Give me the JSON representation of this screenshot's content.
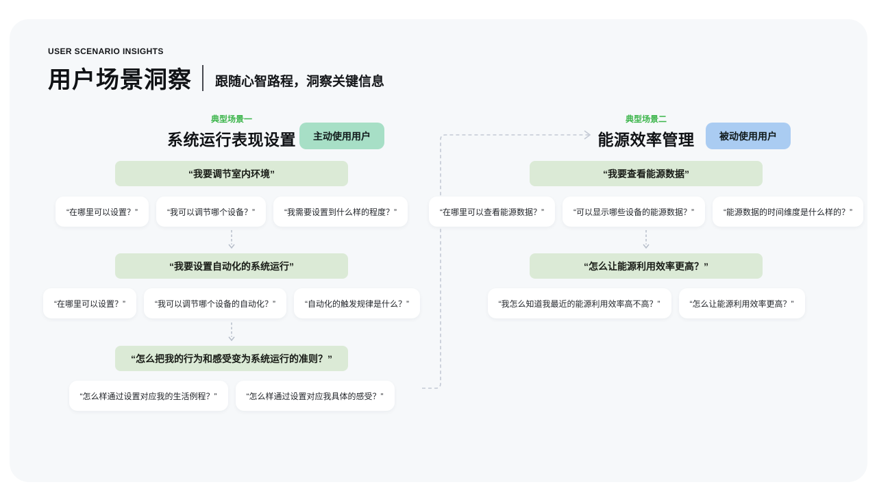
{
  "header": {
    "eyebrow": "USER SCENARIO INSIGHTS",
    "title": "用户场景洞察",
    "subtitle": "跟随心智路程，洞察关键信息"
  },
  "colors": {
    "card_bg": "#f6f8fa",
    "question_box_bg": "#dbead6",
    "active_user_badge_bg": "#a7dfc6",
    "passive_user_badge_bg": "#aaccf2",
    "scenario_tag_green": "#3cb54b",
    "connector_gray": "#c3c9d4",
    "text_dark": "#17191c"
  },
  "scenarios": [
    {
      "tag": "典型场景一",
      "title": "系统运行表现设置",
      "badge": "主动使用用户",
      "steps": [
        {
          "question": "“我要调节室内环境”",
          "subs": [
            "“在哪里可以设置？”",
            "“我可以调节哪个设备？”",
            "“我需要设置到什么样的程度？”"
          ]
        },
        {
          "question": "“我要设置自动化的系统运行”",
          "subs": [
            "“在哪里可以设置？”",
            "“我可以调节哪个设备的自动化？”",
            "“自动化的触发规律是什么？”"
          ]
        },
        {
          "question": "“怎么把我的行为和感受变为系统运行的准则？”",
          "subs": [
            "“怎么样通过设置对应我的生活例程？”",
            "“怎么样通过设置对应我具体的感受？”"
          ]
        }
      ]
    },
    {
      "tag": "典型场景二",
      "title": "能源效率管理",
      "badge": "被动使用用户",
      "steps": [
        {
          "question": "“我要查看能源数据”",
          "subs": [
            "“在哪里可以查看能源数据？”",
            "“可以显示哪些设备的能源数据？”",
            "“能源数据的时间维度是什么样的？”"
          ]
        },
        {
          "question": "“怎么让能源利用效率更高？”",
          "subs": [
            "“我怎么知道我最近的能源利用效率高不高？”",
            "“怎么让能源利用效率更高？”"
          ]
        }
      ]
    }
  ]
}
